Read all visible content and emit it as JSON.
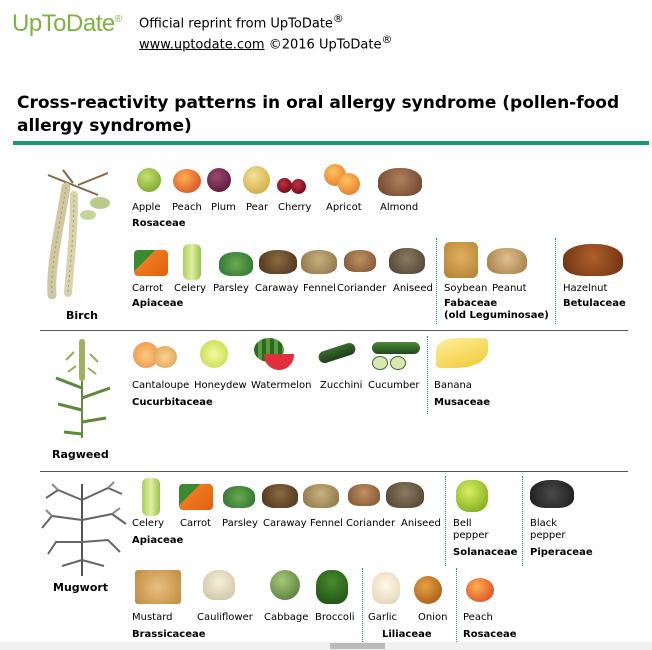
{
  "header": {
    "logo_text": "UpToDate",
    "logo_mark": "®",
    "reprint_text": "Official reprint from UpToDate",
    "reprint_mark": "®",
    "site_link": "www.uptodate.com",
    "copyright": " ©2016 UpToDate",
    "copyright_mark": "®"
  },
  "title": "Cross-reactivity patterns in oral allergy syndrome (pollen-food allergy syndrome)",
  "colors": {
    "brand_green": "#7cb342",
    "rule_green": "#169c6b"
  },
  "sections": {
    "birch": {
      "plant": "Birch",
      "row1": {
        "foods": [
          "Apple",
          "Peach",
          "Plum",
          "Pear",
          "Cherry",
          "Apricot",
          "Almond"
        ],
        "family": "Rosaceae"
      },
      "row2": {
        "foods": [
          "Carrot",
          "Celery",
          "Parsley",
          "Caraway",
          "Fennel",
          "Coriander",
          "Aniseed"
        ],
        "family": "Apiaceae"
      },
      "fabaceae": {
        "foods": [
          "Soybean",
          "Peanut"
        ],
        "family": "Fabaceae",
        "family_note": "(old Leguminosae)"
      },
      "betulaceae": {
        "foods": [
          "Hazelnut"
        ],
        "family": "Betulaceae"
      }
    },
    "ragweed": {
      "plant": "Ragweed",
      "cucurbitaceae": {
        "foods": [
          "Cantaloupe",
          "Honeydew",
          "Watermelon",
          "Zucchini",
          "Cucumber"
        ],
        "family": "Cucurbitaceae"
      },
      "musaceae": {
        "foods": [
          "Banana"
        ],
        "family": "Musaceae"
      }
    },
    "mugwort": {
      "plant": "Mugwort",
      "apiaceae": {
        "foods": [
          "Celery",
          "Carrot",
          "Parsley",
          "Caraway",
          "Fennel",
          "Coriander",
          "Aniseed"
        ],
        "family": "Apiaceae"
      },
      "solanaceae": {
        "food_line1": "Bell",
        "food_line2": "pepper",
        "family": "Solanaceae"
      },
      "piperaceae": {
        "food_line1": "Black",
        "food_line2": "pepper",
        "family": "Piperaceae"
      },
      "brassicaceae": {
        "foods": [
          "Mustard",
          "Cauliflower",
          "Cabbage",
          "Broccoli"
        ],
        "family": "Brassicaceae"
      },
      "liliaceae": {
        "foods": [
          "Garlic",
          "Onion"
        ],
        "family": "Liliaceae"
      },
      "rosaceae": {
        "foods": [
          "Peach"
        ],
        "family": "Rosaceae"
      }
    }
  }
}
